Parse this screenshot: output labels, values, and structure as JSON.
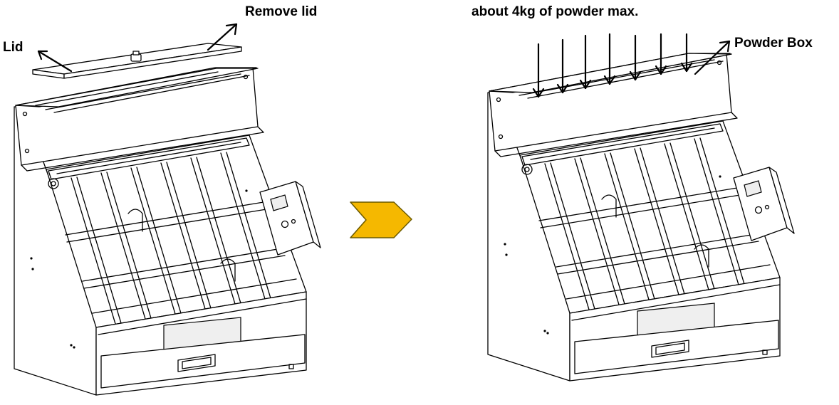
{
  "labels": {
    "remove_lid": "Remove lid",
    "lid": "Lid",
    "capacity_note": "about 4kg of powder max.",
    "powder_box": "Powder Box"
  },
  "icons": {
    "step_arrow": "chevron-right-arrow-icon"
  },
  "colors": {
    "step_arrow_fill": "#F5B800",
    "step_arrow_stroke": "#6b5a00",
    "line": "#000000",
    "background": "#FFFFFF"
  }
}
